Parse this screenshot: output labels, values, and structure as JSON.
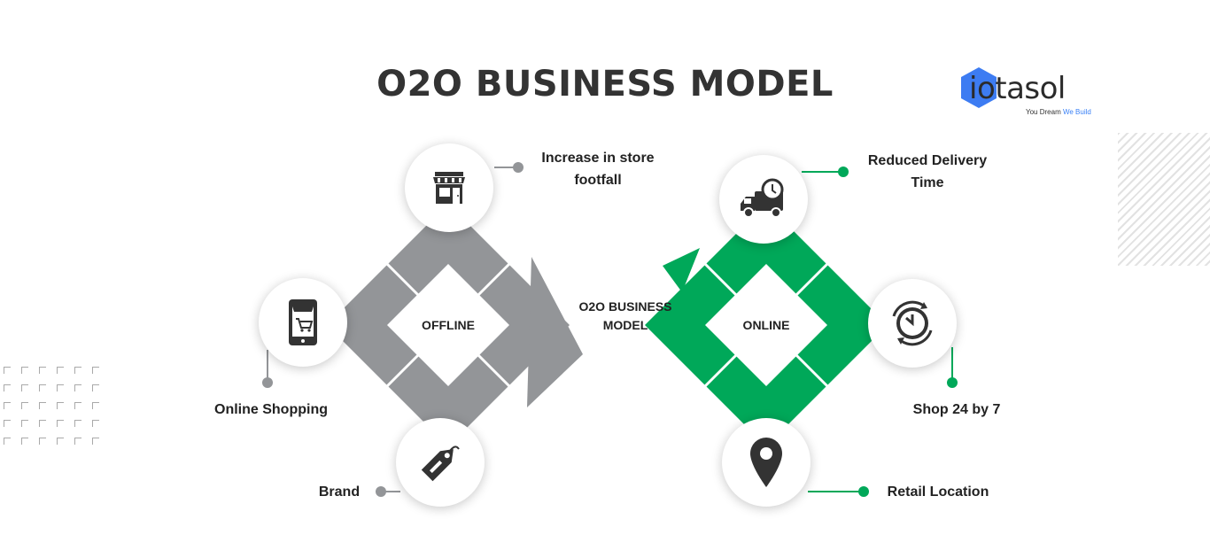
{
  "title": "O2O BUSINESS MODEL",
  "logo": {
    "word": "iotasol",
    "tagline_part1": "You Dream",
    "tagline_part2": "We Build"
  },
  "center_label": {
    "line1": "O2O BUSINESS",
    "line2": "MODEL"
  },
  "offline": {
    "label": "OFFLINE",
    "color": "#939598",
    "benefits": [
      {
        "icon": "storefront-icon",
        "line1": "Increase in store",
        "line2": "footfall"
      },
      {
        "icon": "mobile-shop-icon",
        "line1": "Online Shopping",
        "line2": ""
      },
      {
        "icon": "price-tag-icon",
        "line1": "Brand",
        "line2": ""
      }
    ]
  },
  "online": {
    "label": "ONLINE",
    "color": "#00a859",
    "benefits": [
      {
        "icon": "delivery-truck-icon",
        "line1": "Reduced Delivery",
        "line2": "Time"
      },
      {
        "icon": "clock-24-7-icon",
        "line1": "Shop 24 by 7",
        "line2": ""
      },
      {
        "icon": "location-pin-icon",
        "line1": "Retail Location",
        "line2": ""
      }
    ]
  }
}
